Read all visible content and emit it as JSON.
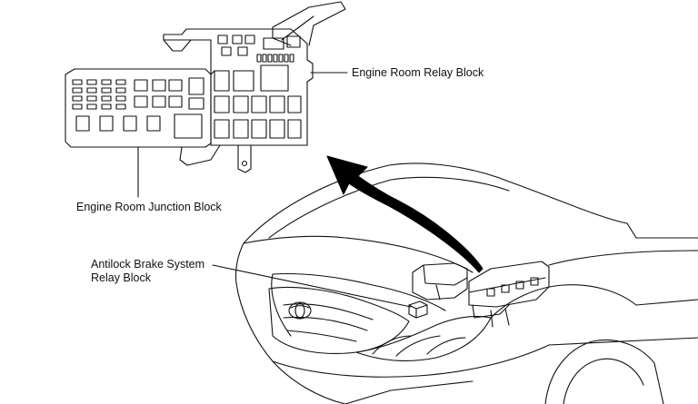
{
  "labels": {
    "engine_room_relay_block": "Engine Room Relay Block",
    "engine_room_junction_block": "Engine Room Junction Block",
    "abs_relay_block_line1": "Antilock Brake System",
    "abs_relay_block_line2": "Relay Block"
  },
  "colors": {
    "line": "#111111",
    "background": "#ffffff",
    "arrow": "#000000"
  }
}
